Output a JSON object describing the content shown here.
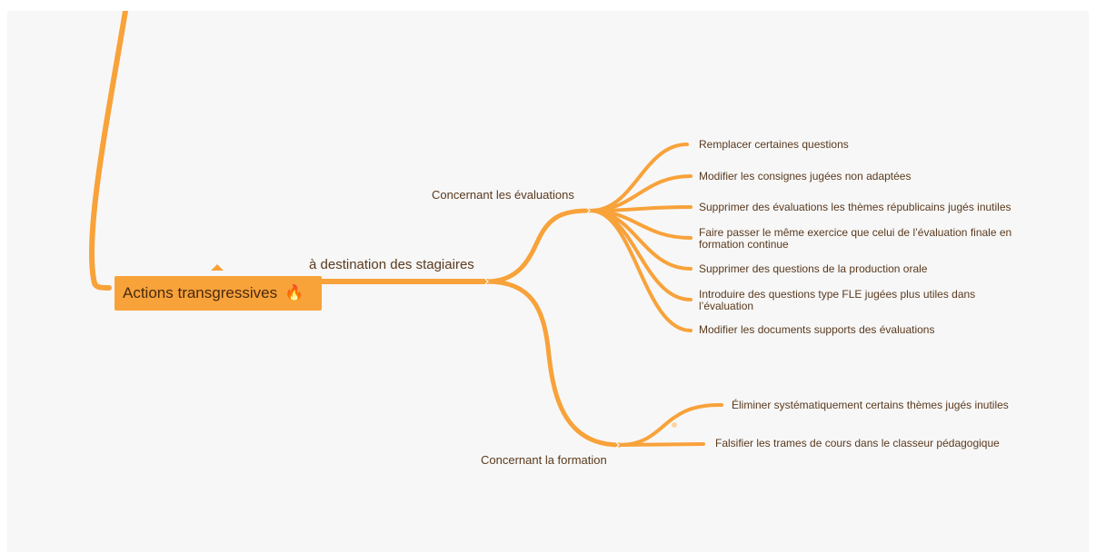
{
  "colors": {
    "branch": "#f8a23a",
    "root_bg": "#f8a23a",
    "text": "#5a3a1e",
    "canvas": "#f7f7f7"
  },
  "root": {
    "label": "Actions transgressives",
    "icon": "fire-icon"
  },
  "branch_stagiaires": {
    "label": "à destination des stagiaires"
  },
  "evaluations": {
    "label": "Concernant les évaluations",
    "items": [
      "Remplacer certaines questions",
      "Modifier les consignes jugées non adaptées",
      "Supprimer des évaluations les thèmes républicains jugés inutiles",
      "Faire passer le même exercice que celui de l’évaluation finale en formation continue",
      "Supprimer des questions de la production orale",
      "Introduire des questions type FLE jugées plus utiles dans l’évaluation",
      "Modifier les documents supports des évaluations"
    ]
  },
  "formation": {
    "label": "Concernant la formation",
    "items": [
      "Éliminer systématiquement certains thèmes jugés inutiles",
      "Falsifier les trames de cours dans le classeur pédagogique"
    ]
  }
}
